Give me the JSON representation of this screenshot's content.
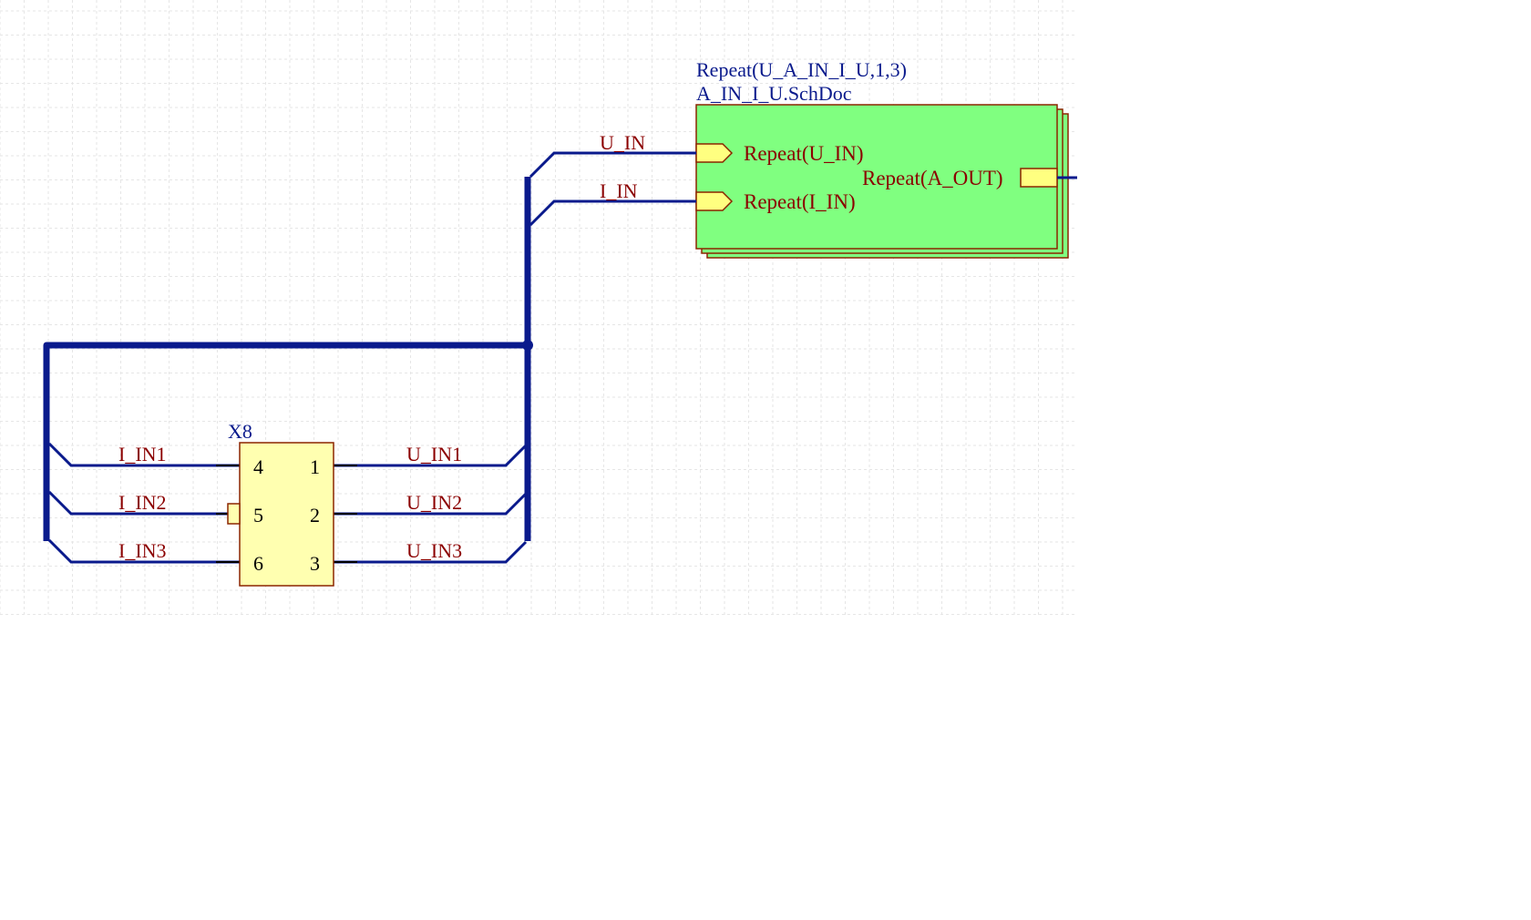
{
  "sheet_symbol": {
    "title_line1": "Repeat(U_A_IN_I_U,1,3)",
    "title_line2": "A_IN_I_U.SchDoc",
    "fill_color": "#80ff80",
    "entries": {
      "u_in": "Repeat(U_IN)",
      "i_in": "Repeat(I_IN)",
      "a_out": "Repeat(A_OUT)"
    }
  },
  "nets": {
    "u_in": "U_IN",
    "i_in": "I_IN",
    "i_in1": "I_IN1",
    "i_in2": "I_IN2",
    "i_in3": "I_IN3",
    "u_in1": "U_IN1",
    "u_in2": "U_IN2",
    "u_in3": "U_IN3"
  },
  "component": {
    "designator": "X8",
    "fill_color": "#ffffb0",
    "pins_left": [
      "4",
      "5",
      "6"
    ],
    "pins_right": [
      "1",
      "2",
      "3"
    ]
  },
  "colors": {
    "wire": "#0a1a8c",
    "net_label": "#8b0000",
    "port_fill": "#ffff80"
  }
}
